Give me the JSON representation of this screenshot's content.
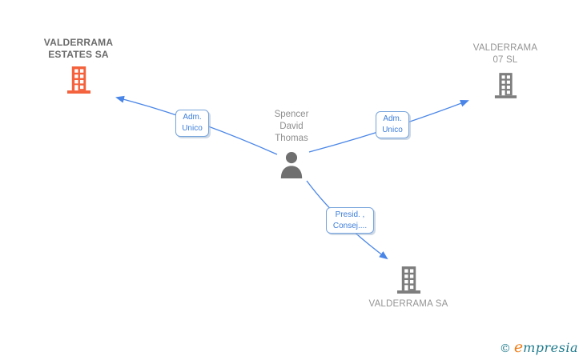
{
  "nodes": {
    "company_estates": {
      "name_line1": "VALDERRAMA",
      "name_line2": "ESTATES SA"
    },
    "company_07sl": {
      "name_line1": "VALDERRAMA",
      "name_line2": "07 SL"
    },
    "person": {
      "name_line1": "Spencer",
      "name_line2": "David",
      "name_line3": "Thomas"
    },
    "company_sa": {
      "name": "VALDERRAMA SA"
    }
  },
  "edge_labels": {
    "left": {
      "line1": "Adm.",
      "line2": "Unico"
    },
    "right": {
      "line1": "Adm.",
      "line2": "Unico"
    },
    "bottom": {
      "line1": "Presid. ,",
      "line2": "Consej...."
    }
  },
  "colors": {
    "highlight_building": "#f4613c",
    "building_gray": "#7d7d7d",
    "person_gray": "#6f6f6f",
    "edge_blue": "#4a86e8",
    "edge_label_border": "#76a3dc",
    "edge_label_text": "#3c7dd9",
    "company_title_bold": "#6b6b6b",
    "company_title_gray": "#949494",
    "brand_teal": "#1d7a8c",
    "brand_orange": "#ef7d17",
    "background": "#ffffff"
  },
  "footer": {
    "copyright_symbol": "©",
    "brand_initial": "e",
    "brand_rest": "mpresia"
  }
}
